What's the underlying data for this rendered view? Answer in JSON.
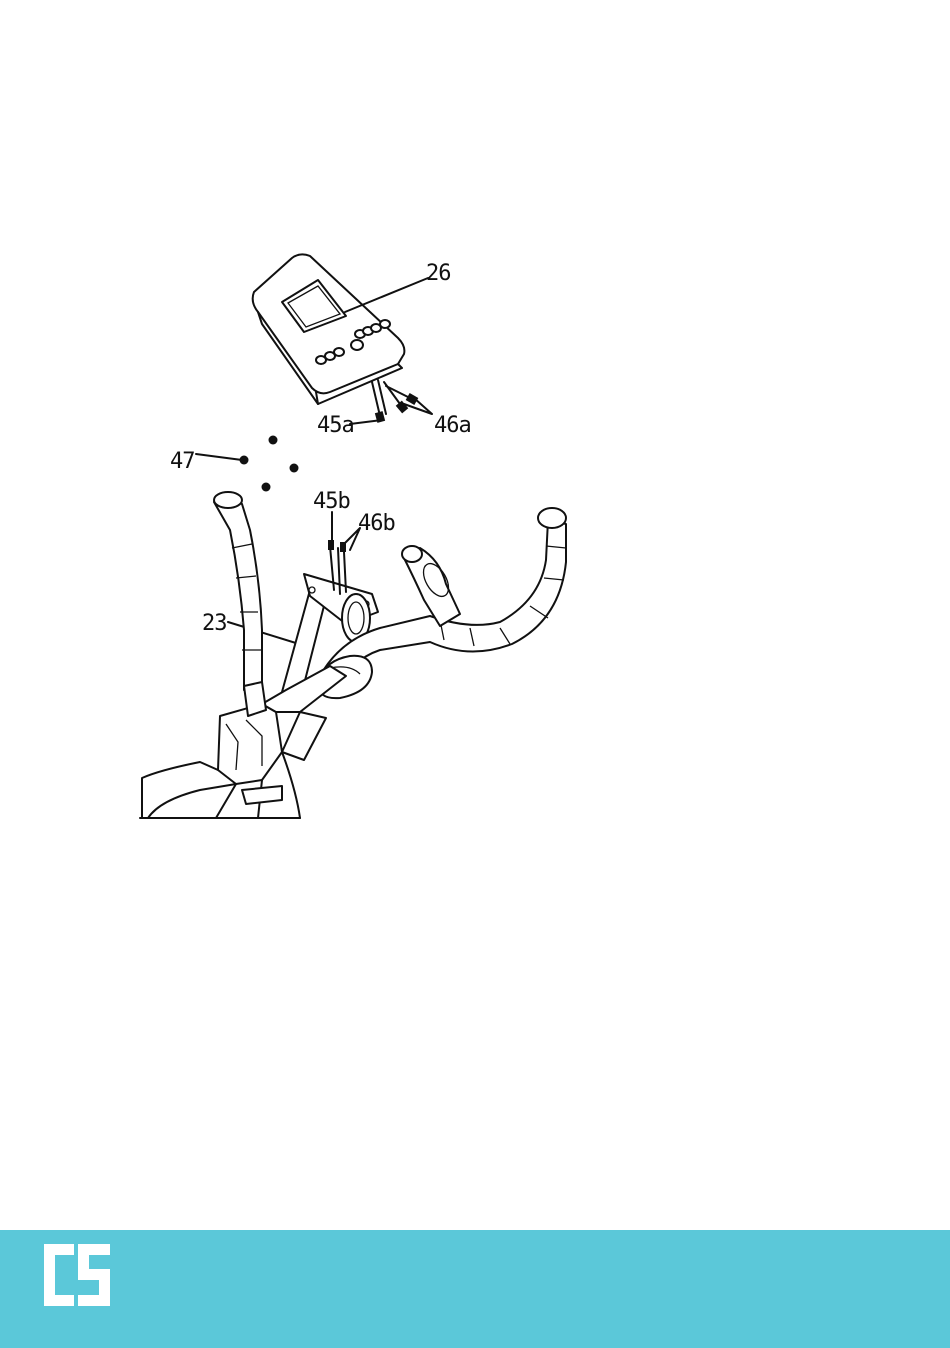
{
  "diagram": {
    "parts": [
      {
        "id": "console",
        "label": "26"
      },
      {
        "id": "cable-45a",
        "label": "45a"
      },
      {
        "id": "cable-46a",
        "label": "46a"
      },
      {
        "id": "screws",
        "label": "47"
      },
      {
        "id": "cable-45b",
        "label": "45b"
      },
      {
        "id": "cable-46b",
        "label": "46b"
      },
      {
        "id": "handlebar-post",
        "label": "23"
      }
    ]
  },
  "footer": {
    "background_color": "#5bc8d9",
    "logo_icon": "cs-logo-icon",
    "logo_text": "CS"
  }
}
